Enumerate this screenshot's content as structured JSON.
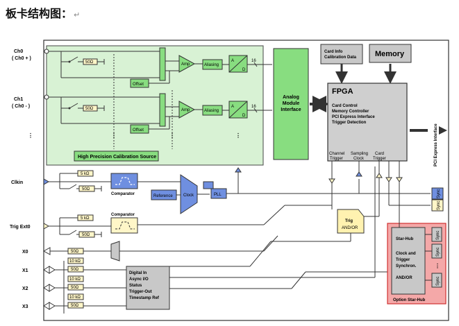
{
  "heading": "板卡结构图：",
  "heading_mark": "↵",
  "inputs": {
    "ch0": "Ch0",
    "ch0_sub": "( Ch0 + )",
    "ch1": "Ch1",
    "ch1_sub": "( Ch0 - )",
    "clkin": "Clkin",
    "trig_ext0": "Trig Ext0",
    "x0": "X0",
    "x1": "X1",
    "x2": "X2",
    "x3": "X3",
    "ellipsis": "⋮"
  },
  "resistors": {
    "r50": "50Ω",
    "r5k": "5 kΩ",
    "r10k": "10 kΩ"
  },
  "frontend": {
    "amp": "Amp",
    "offset": "Offset",
    "aliasing": "Aliasing",
    "adc_a": "A",
    "adc_d": "D",
    "bus_width": "16"
  },
  "calibration_source": "High Precision Calibration Source",
  "analog_module": {
    "line1": "Analog",
    "line2": "Module",
    "line3": "Interface"
  },
  "card_info": {
    "line1": "Card Info",
    "line2": "Calibration Data"
  },
  "memory": "Memory",
  "fpga": {
    "title": "FPGA",
    "line1": "Card Control",
    "line2": "Memory Controller",
    "line3": "PCI Express Interface",
    "line4": "Trigger Detection",
    "channel_trigger_1": "Channel",
    "channel_trigger_2": "Trigger",
    "sampling_clock_1": "Sampling",
    "sampling_clock_2": "Clock",
    "card_trigger_1": "Card",
    "card_trigger_2": "Trigger"
  },
  "pci_express_interface": "PCI Express Interface",
  "comparator": "Comparator",
  "reference": "Reference",
  "clock": "Clock",
  "pll": "PLL",
  "trig_block": {
    "line1": "Trig",
    "line2": "AND/OR"
  },
  "digital_block": {
    "line1": "Digital In",
    "line2": "Async I/O",
    "line3": "Status",
    "line4": "Trigger-Out",
    "line5": "Timestamp Ref"
  },
  "star_hub": {
    "title": "Star-Hub",
    "line1": "Clock and",
    "line2": "Trigger",
    "line3": "Synchron.",
    "line4": "AND/OR",
    "caption": "Option Star-Hub",
    "sync": "Sync"
  },
  "colors": {
    "frontend_fill": "#d8f2d4",
    "block_green": "#88dd80",
    "block_green_light": "#b8f0b0",
    "gray_block": "#c8c8c8",
    "fpga_fill": "#cfcfcf",
    "blue_block": "#6f8fe0",
    "yellow_block": "#fff6c8",
    "star_hub_fill": "#f4a8a8",
    "star_hub_border": "#d03030",
    "trig_fill": "#fff2b0"
  }
}
